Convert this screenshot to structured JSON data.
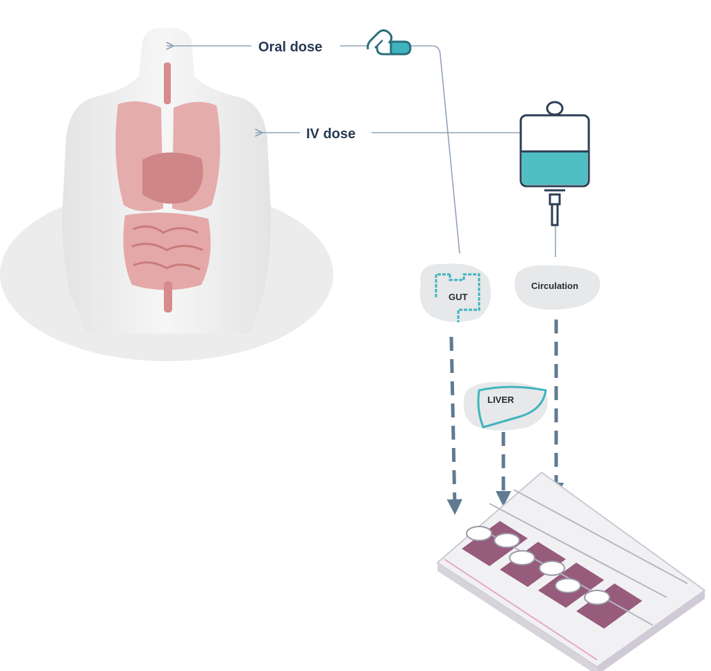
{
  "labels": {
    "oral_dose": "Oral dose",
    "iv_dose": "IV dose",
    "gut": "GUT",
    "circulation": "Circulation",
    "liver": "LIVER"
  },
  "icons": [
    "human-body-icon",
    "pill-capsule-icon",
    "iv-bag-icon",
    "gut-icon",
    "liver-icon",
    "multiwell-plate-icon"
  ],
  "colors": {
    "connector_line": "#8fa3b8",
    "dashed_arrow": "#5f7a92",
    "teal": "#3fb4bd",
    "label_text": "#263a52",
    "blob": "#e6e8ea",
    "organs": "#dd9a9a",
    "plate_fluid": "#7a2a55"
  }
}
